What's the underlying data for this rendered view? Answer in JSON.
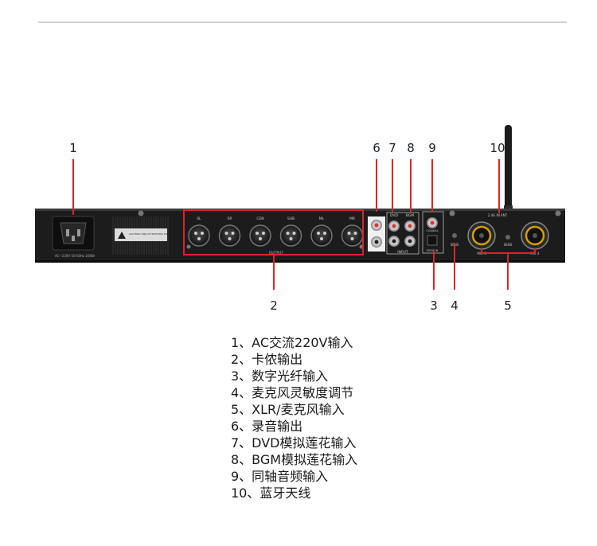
{
  "device": {
    "panel_labels": {
      "outputs": [
        "SL",
        "SR",
        "CEN",
        "SUB",
        "ML",
        "MR"
      ],
      "output_group": "OUTPUT",
      "dvd": "DVD",
      "bgm": "BGM",
      "input": "INPUT",
      "coaxial": "COAXIAL",
      "spdif": "SPDIF IN",
      "sens": "SENS",
      "mic3": "MIC 3",
      "mic4": "MIC 4",
      "sens2": "SENS",
      "ant": "2.4G IN ANT",
      "power_rating": "AC~230V 50-60Hz 200W",
      "warning": "CAUTION: RISK OF ELECTRIC SHOCK DO NOT OPEN"
    }
  },
  "callouts_top": [
    "6",
    "7",
    "8",
    "9",
    "10",
    "1"
  ],
  "callouts_bottom": [
    "2",
    "3",
    "4",
    "5"
  ],
  "legend": [
    "1、AC交流220V输入",
    "2、卡侬输出",
    "3、数字光纤输入",
    "4、麦克风灵敏度调节",
    "5、XLR/麦克风输入",
    "6、录音输出",
    "7、DVD模拟莲花输入",
    "8、BGM模拟莲花输入",
    "9、同轴音频输入",
    "10、蓝牙天线"
  ]
}
